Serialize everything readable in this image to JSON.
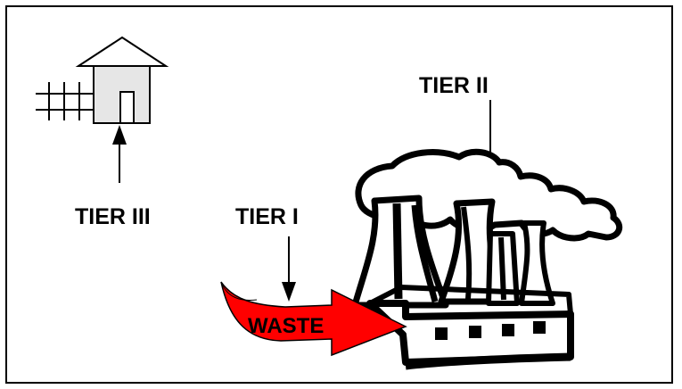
{
  "labels": {
    "tier_ii": "TIER II",
    "tier_iii": "TIER III",
    "tier_i": "TIER I",
    "waste": "WASTE"
  },
  "colors": {
    "house_fill": "#e6e6e6",
    "waste_arrow": "#ff0000",
    "line": "#000000"
  },
  "icons": [
    "house-icon",
    "fence-icon",
    "power-plant-icon",
    "smoke-cloud-icon",
    "waste-arrow-icon"
  ]
}
